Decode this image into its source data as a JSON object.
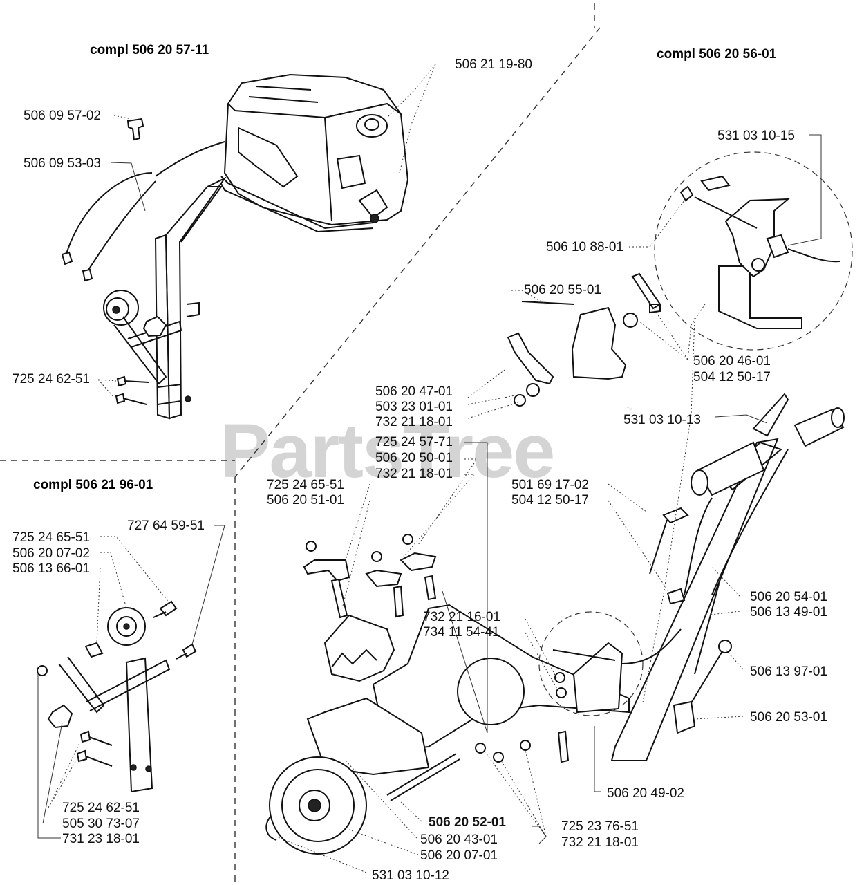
{
  "watermark": {
    "text": "PartsTree",
    "tm": "™"
  },
  "assemblies": {
    "fuel_tank": "compl 506 20 57-11",
    "throttle": "compl 506 20 56-01",
    "wheel_kit": "compl 506 21 96-01"
  },
  "parts": {
    "p_506211980": "506 21 19-80",
    "p_506095702": "506 09 57-02",
    "p_506095303": "506 09 53-03",
    "p_531031015": "531 03 10-15",
    "p_506108801": "506 10 88-01",
    "p_506205501": "506 20 55-01",
    "p_506204601": "506 20 46-01",
    "p_504125017a": "504 12 50-17",
    "p_725246251a": "725 24 62-51",
    "p_506204701": "506 20 47-01",
    "p_503230101": "503 23 01-01",
    "p_732211801a": "732 21 18-01",
    "p_531031013": "531 03 10-13",
    "p_725245771": "725 24 57-71",
    "p_506205001": "506 20 50-01",
    "p_732211801b": "732 21 18-01",
    "p_725246551a": "725 24 65-51",
    "p_506205101": "506 20 51-01",
    "p_501691702": "501 69 17-02",
    "p_504125017b": "504 12 50-17",
    "p_727645951": "727 64 59-51",
    "p_725246551b": "725 24 65-51",
    "p_506200702a": "506 20 07-02",
    "p_506136601": "506 13 66-01",
    "p_506205401": "506 20 54-01",
    "p_506134901": "506 13 49-01",
    "p_732211601": "732 21 16-01",
    "p_734115441": "734 11 54-41",
    "p_506139701": "506 13 97-01",
    "p_506205301": "506 20 53-01",
    "p_506204902": "506 20 49-02",
    "p_725246251b": "725 24 62-51",
    "p_505307307": "505 30 73-07",
    "p_731231801": "731 23 18-01",
    "p_506205201": "506 20 52-01",
    "p_725237651": "725 23 76-51",
    "p_732211801c": "732 21 18-01",
    "p_506204301": "506 20 43-01",
    "p_506200702b": "506 20 07-01",
    "p_531031012": "531 03 10-12"
  }
}
